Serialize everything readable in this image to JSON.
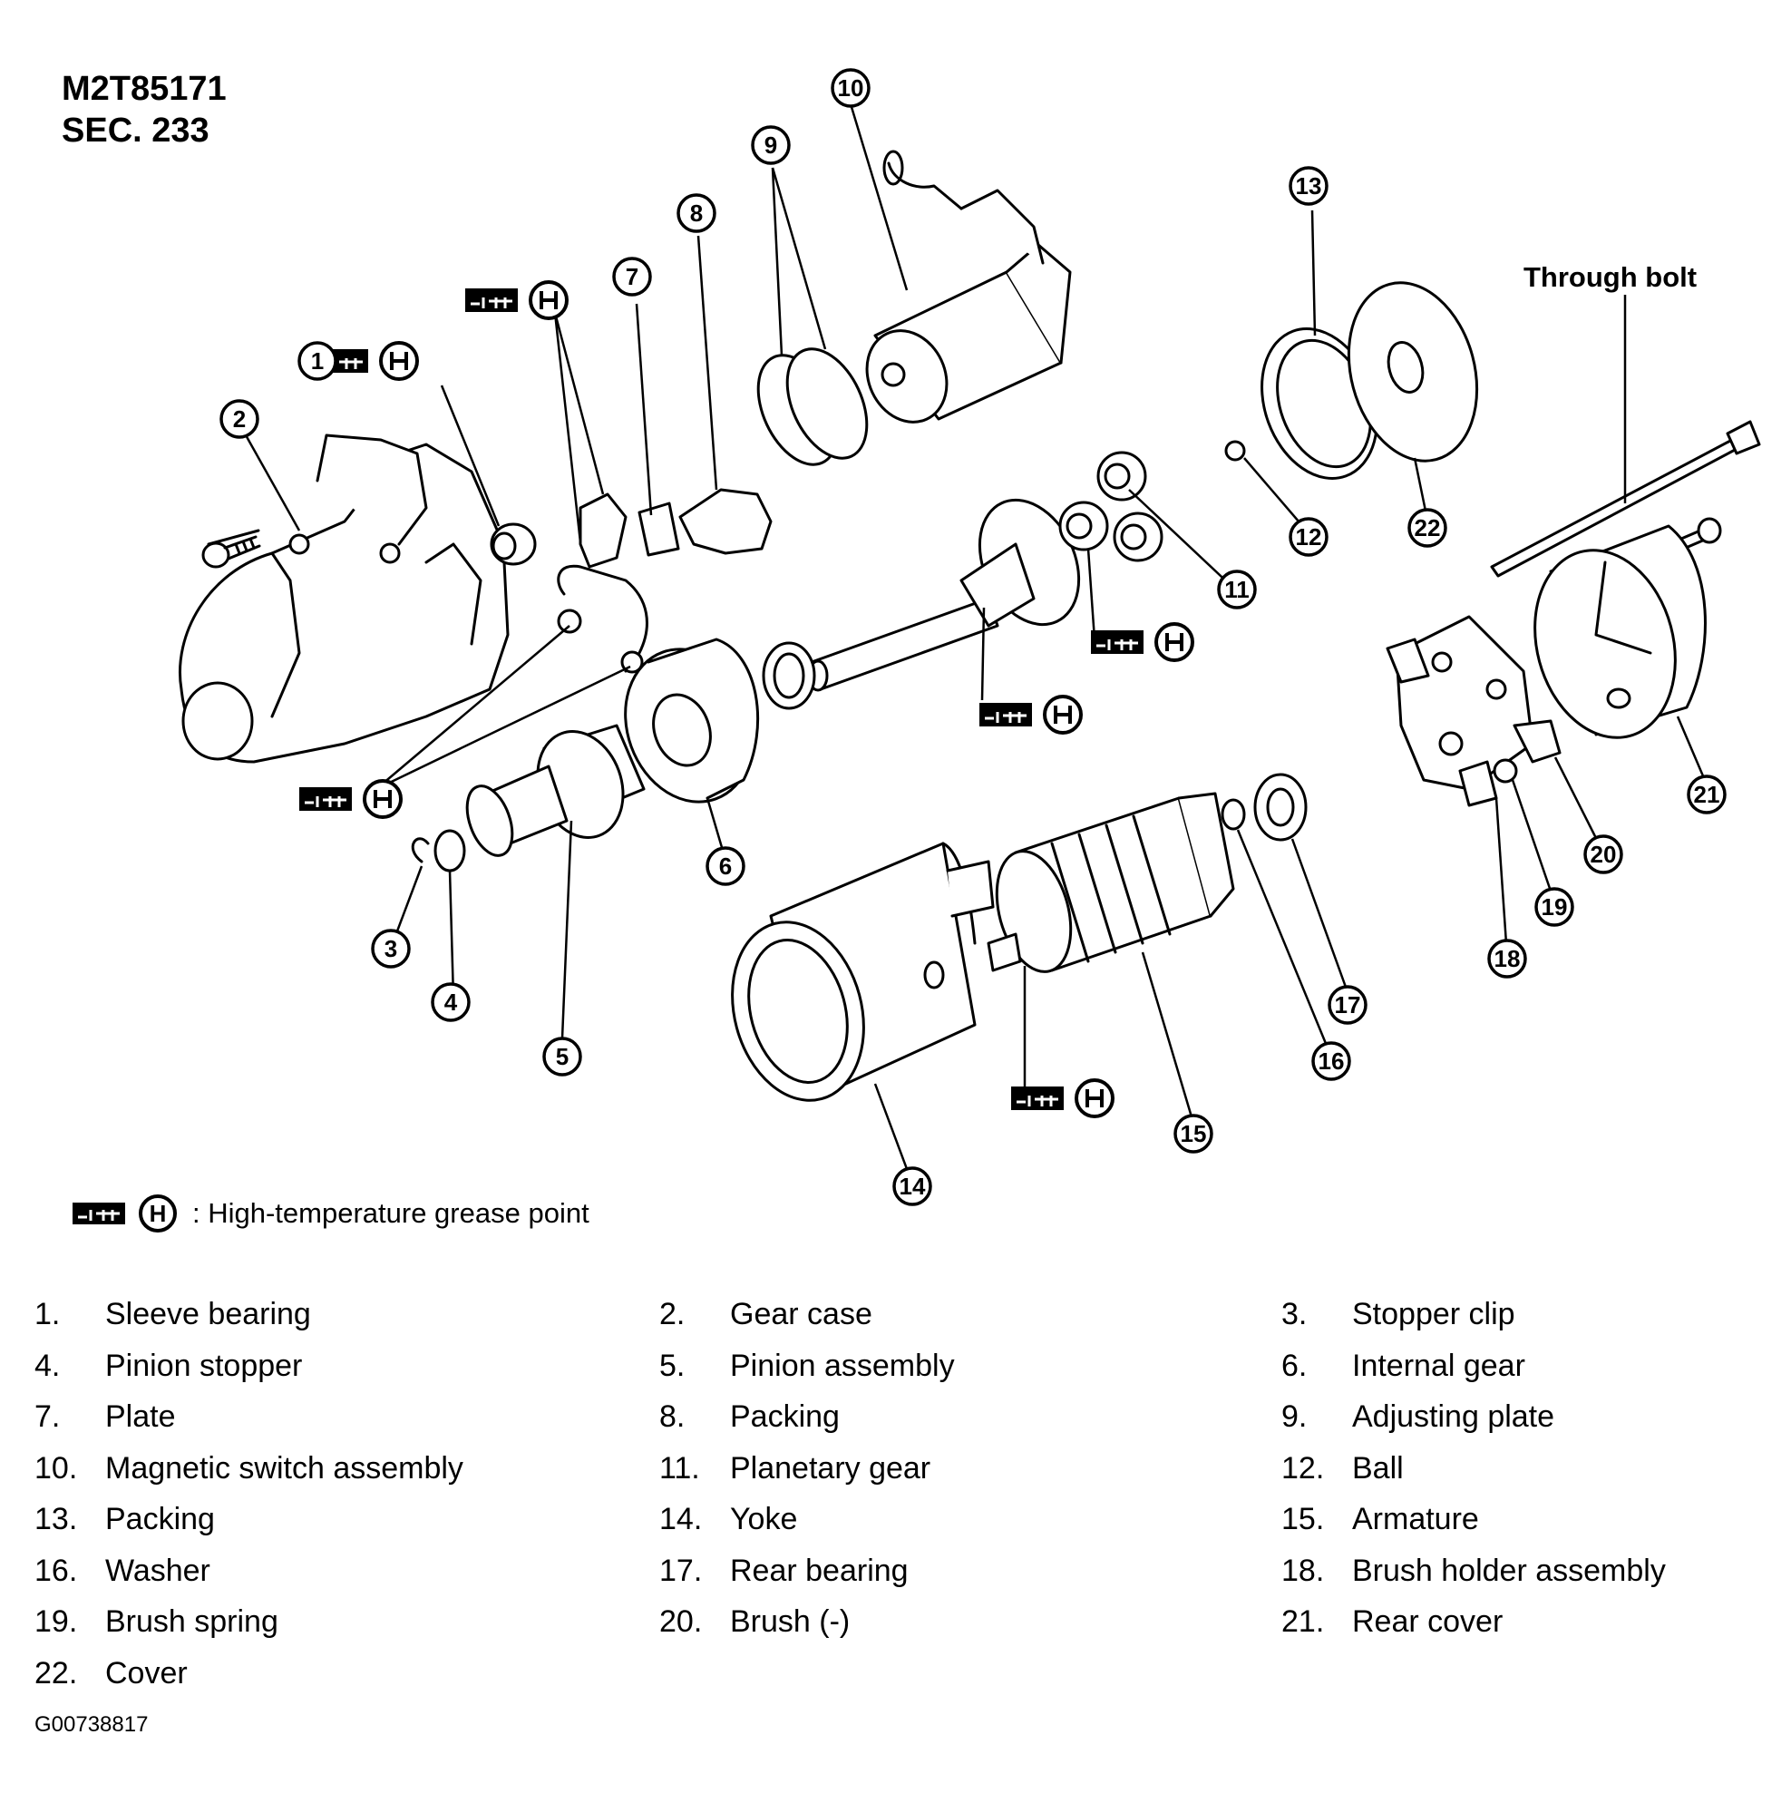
{
  "header": {
    "model": "M2T85171",
    "section": "SEC. 233"
  },
  "labels": {
    "through_bolt": "Through bolt"
  },
  "legend": {
    "grease_symbol": "H",
    "description": ": High-temperature grease point"
  },
  "callouts": [
    "1",
    "2",
    "3",
    "4",
    "5",
    "6",
    "7",
    "8",
    "9",
    "10",
    "11",
    "12",
    "13",
    "14",
    "15",
    "16",
    "17",
    "18",
    "19",
    "20",
    "21",
    "22"
  ],
  "parts": [
    {
      "num": "1.",
      "name": "Sleeve bearing"
    },
    {
      "num": "2.",
      "name": "Gear case"
    },
    {
      "num": "3.",
      "name": "Stopper clip"
    },
    {
      "num": "4.",
      "name": "Pinion stopper"
    },
    {
      "num": "5.",
      "name": "Pinion assembly"
    },
    {
      "num": "6.",
      "name": "Internal gear"
    },
    {
      "num": "7.",
      "name": "Plate"
    },
    {
      "num": "8.",
      "name": "Packing"
    },
    {
      "num": "9.",
      "name": "Adjusting plate"
    },
    {
      "num": "10.",
      "name": "Magnetic switch assembly"
    },
    {
      "num": "11.",
      "name": "Planetary gear"
    },
    {
      "num": "12.",
      "name": "Ball"
    },
    {
      "num": "13.",
      "name": "Packing"
    },
    {
      "num": "14.",
      "name": "Yoke"
    },
    {
      "num": "15.",
      "name": "Armature"
    },
    {
      "num": "16.",
      "name": "Washer"
    },
    {
      "num": "17.",
      "name": "Rear bearing"
    },
    {
      "num": "18.",
      "name": "Brush holder assembly"
    },
    {
      "num": "19.",
      "name": "Brush spring"
    },
    {
      "num": "20.",
      "name": "Brush (-)"
    },
    {
      "num": "21.",
      "name": "Rear cover"
    },
    {
      "num": "22.",
      "name": "Cover"
    }
  ],
  "figure_id": "G00738817"
}
